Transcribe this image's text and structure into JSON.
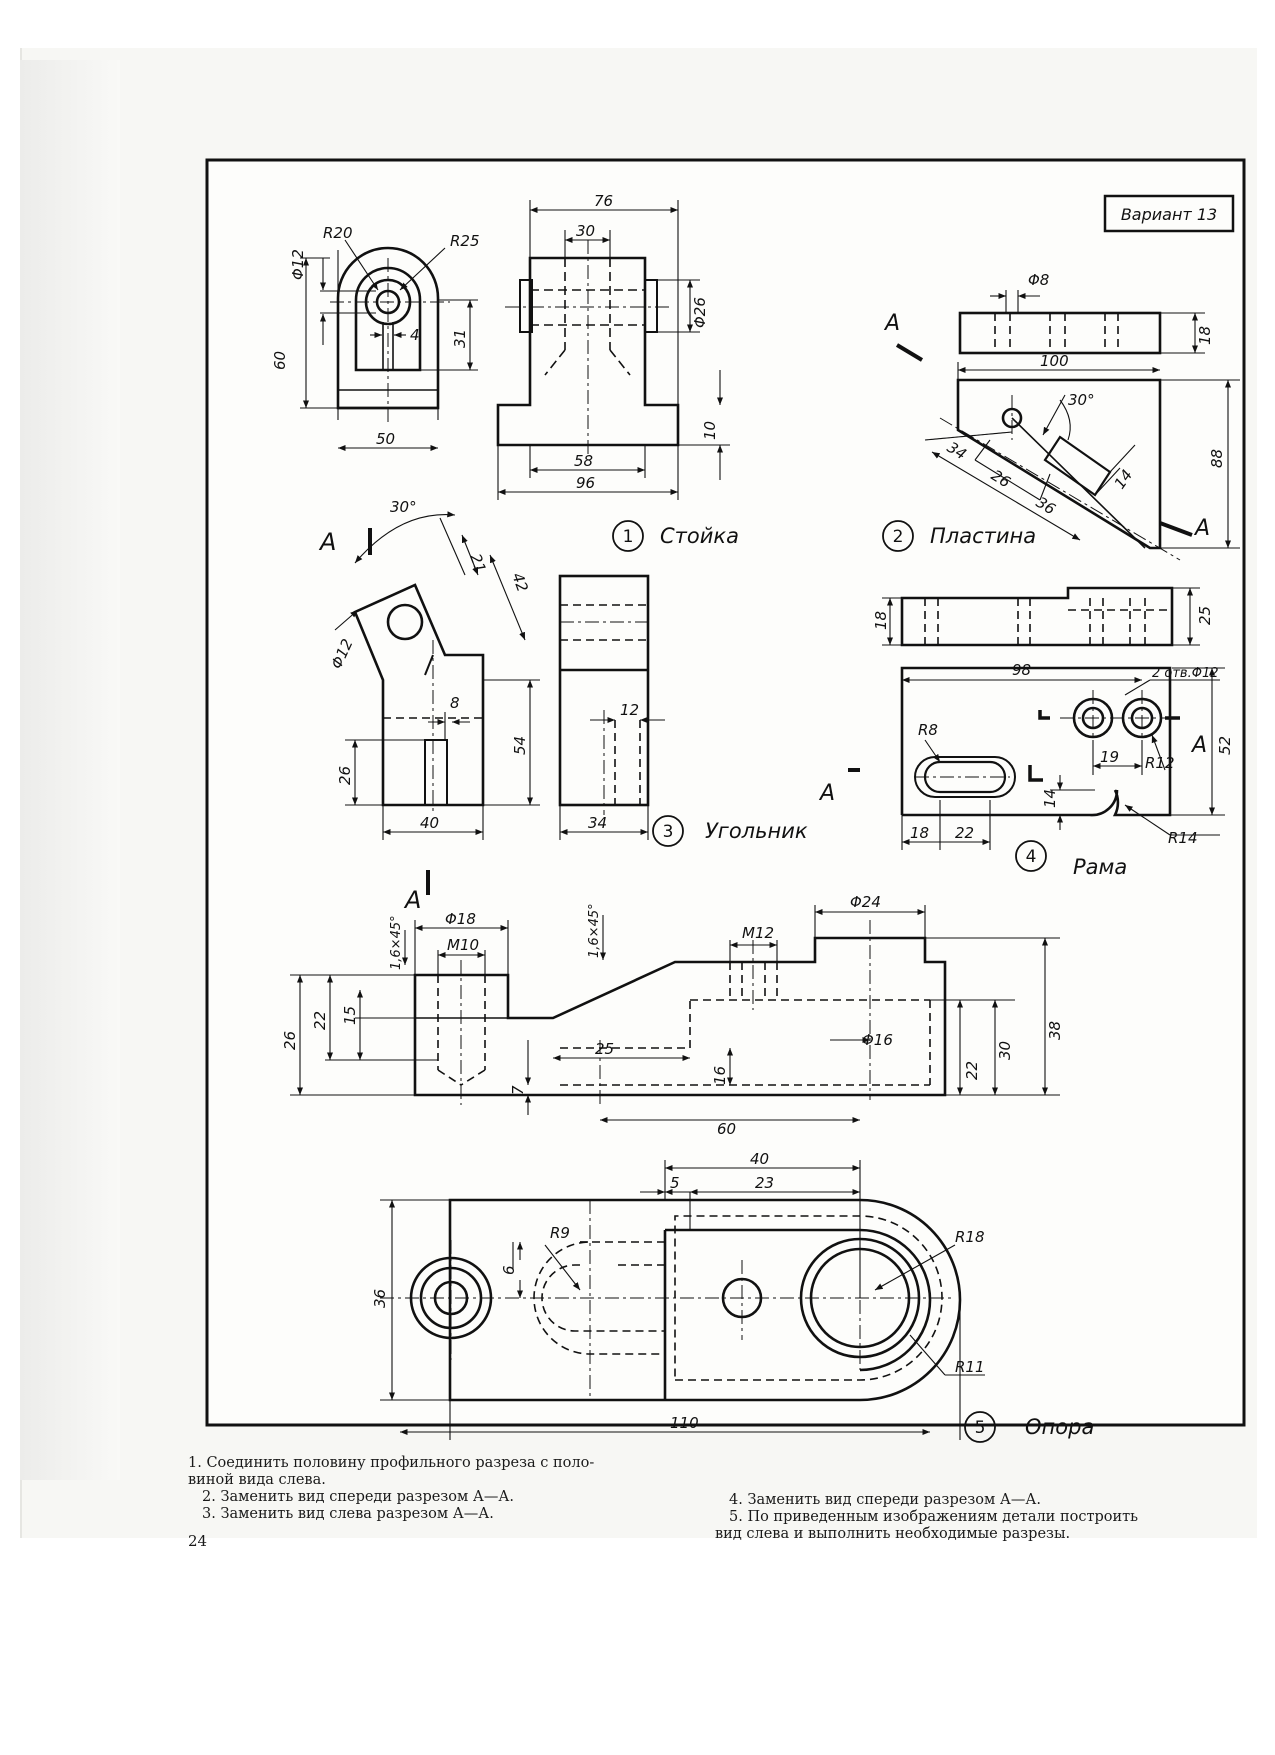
{
  "variant_label": "Вариант 13",
  "page_number": "24",
  "parts": [
    {
      "number": "1",
      "name": "Стойка"
    },
    {
      "number": "2",
      "name": "Пластина"
    },
    {
      "number": "3",
      "name": "Угольник"
    },
    {
      "number": "4",
      "name": "Рама"
    },
    {
      "number": "5",
      "name": "Опора"
    }
  ],
  "section_letter": "A",
  "dims": {
    "p1": {
      "r20": "R20",
      "r25": "R25",
      "d12": "Φ12",
      "d4": "4",
      "h60": "60",
      "h31": "31",
      "w50": "50",
      "w76": "76",
      "w30": "30",
      "d26": "Φ26",
      "h10": "10",
      "w58": "58",
      "w96": "96"
    },
    "p2": {
      "d8": "Φ8",
      "h18": "18",
      "w100": "100",
      "a30": "30°",
      "h88": "88",
      "l34": "34",
      "l26": "26",
      "l36": "36",
      "w14": "14"
    },
    "p3": {
      "a30": "30°",
      "l21": "21",
      "l42": "42",
      "d12": "Φ12",
      "w8": "8",
      "h54": "54",
      "h26": "26",
      "w40": "40",
      "w12": "12",
      "w34": "34"
    },
    "p4": {
      "h18": "18",
      "h25": "25",
      "w98": "98",
      "holes": "2 отв.Φ12",
      "r8": "R8",
      "w19": "19",
      "r12": "R12",
      "h14": "14",
      "h52": "52",
      "w18": "18",
      "w22": "22",
      "r14": "R14"
    },
    "p5": {
      "d18": "Φ18",
      "m10": "M10",
      "ch1": "1,6×45°",
      "ch2": "1,6×45°",
      "m12": "M12",
      "d24": "Φ24",
      "h26": "26",
      "h22": "22",
      "h15": "15",
      "w25": "25",
      "d16": "Φ16",
      "h16": "16",
      "h7": "7",
      "w60": "60",
      "h22b": "22",
      "h30": "30",
      "h38": "38",
      "w40": "40",
      "w5": "5",
      "w23": "23",
      "r9": "R9",
      "h6": "6",
      "r18": "R18",
      "h36": "36",
      "r11": "R11",
      "w110": "110"
    }
  },
  "notes": {
    "n1_line1": "1. Соединить половину профильного разреза с поло-",
    "n1_line2": "виной вида слева.",
    "n2": "2. Заменить вид спереди разрезом А—А.",
    "n3": "3. Заменить вид слева разрезом А—А.",
    "n4": "4. Заменить вид спереди разрезом А—А.",
    "n5_line1": "5. По приведенным изображениям детали построить",
    "n5_line2": "вид слева и выполнить необходимые разрезы."
  }
}
